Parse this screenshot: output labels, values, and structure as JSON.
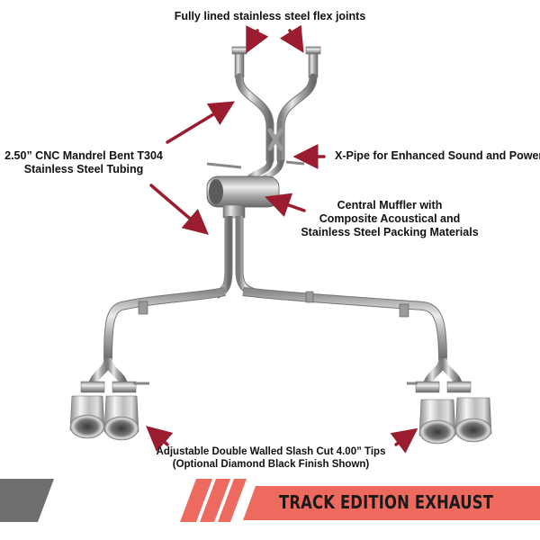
{
  "labels": {
    "flex_joints": "Fully lined stainless steel flex joints",
    "tubing_line1": "2.50” CNC Mandrel Bent T304",
    "tubing_line2": "Stainless Steel Tubing",
    "xpipe": "X-Pipe for Enhanced Sound and Power",
    "muffler_line1": "Central Muffler with",
    "muffler_line2": "Composite Acoustical and",
    "muffler_line3": "Stainless Steel Packing Materials",
    "tips_line1": "Adjustable Double Walled Slash Cut 4.00” Tips",
    "tips_line2": "(Optional Diamond Black Finish Shown)"
  },
  "banner": {
    "title": "TRACK EDITION EXHAUST"
  },
  "colors": {
    "arrow": "#9b1c2e",
    "banner_accent": "#ef6a5e",
    "banner_gray": "#6e6e6e",
    "steel": "#b8b8b8"
  },
  "icons": [
    "arrow-icon"
  ]
}
